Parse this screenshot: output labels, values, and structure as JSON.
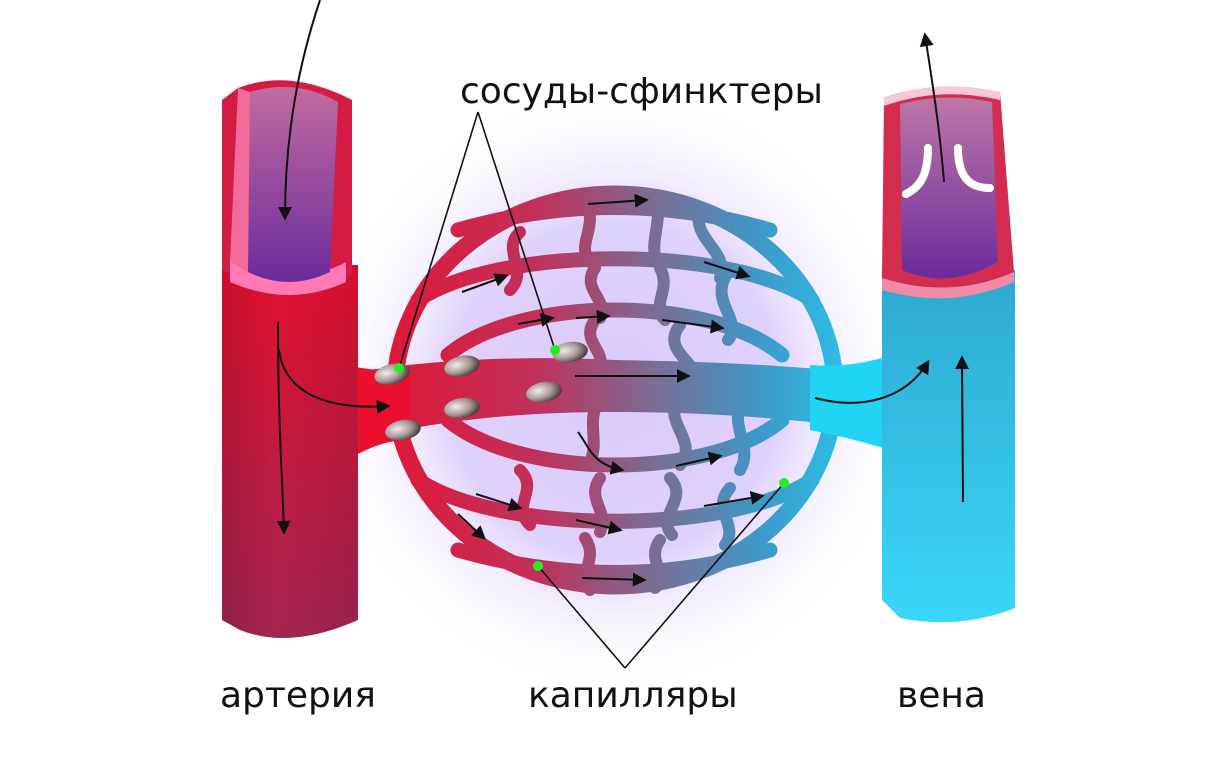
{
  "labels": {
    "sphincters": "сосуды-сфинктеры",
    "artery": "артерия",
    "capillaries": "капилляры",
    "vein": "вена"
  },
  "colors": {
    "artery_red": "#e0102f",
    "artery_dark": "#9c1f4e",
    "artery_lumen": "#7a2a9a",
    "vein_cyan": "#27d2f0",
    "vein_blue": "#3aa8d0",
    "capillary_purple": "#7a6a9a",
    "sphincter": "#8a7a78",
    "marker_green": "#22ee22",
    "glow": "#c8b4f8"
  }
}
